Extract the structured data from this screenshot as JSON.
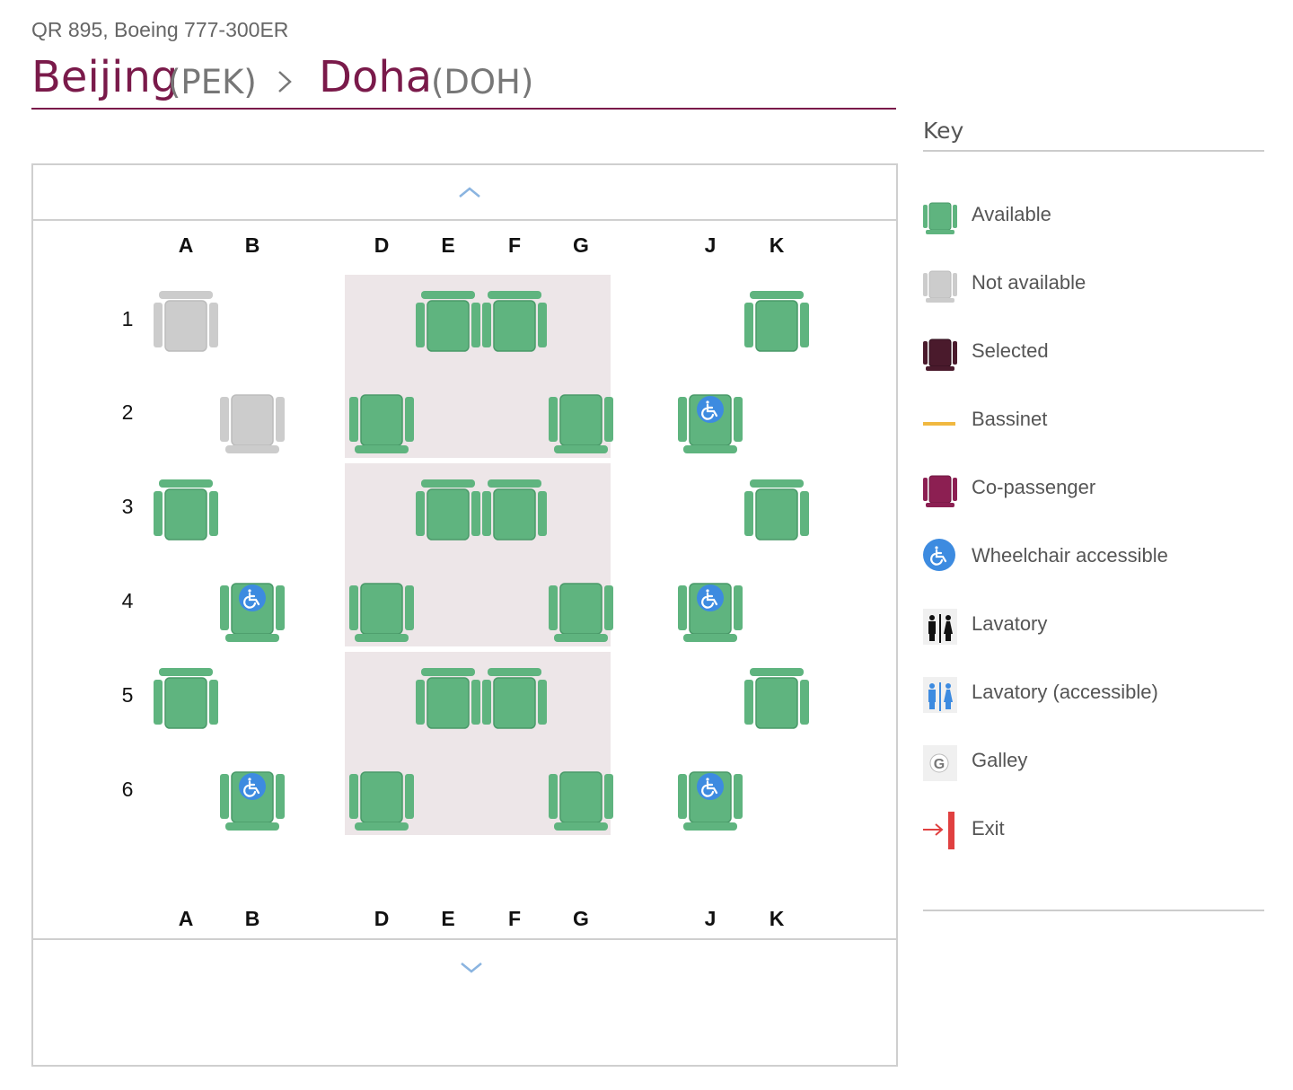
{
  "flight": {
    "info": "QR 895, Boeing 777-300ER"
  },
  "route": {
    "origin_city": "Beijing",
    "origin_code": "(PEK)",
    "destination_city": "Doha",
    "destination_code": "(DOH)"
  },
  "colors": {
    "brand": "#7a1a4a",
    "available": "#5fb47f",
    "available_dark": "#4a9a69",
    "not_available": "#cccccc",
    "selected": "#4a1a2c",
    "co_passenger": "#8c1f52",
    "bassinet": "#f0b840",
    "wheelchair": "#3d8be0",
    "exit": "#e04040",
    "bay": "#ede6e8"
  },
  "seatmap": {
    "columns": [
      "A",
      "B",
      "D",
      "E",
      "F",
      "G",
      "J",
      "K"
    ],
    "rows": [
      "1",
      "2",
      "3",
      "4",
      "5",
      "6"
    ],
    "seats": [
      {
        "row": "1",
        "col": "A",
        "status": "not-available"
      },
      {
        "row": "1",
        "col": "E",
        "status": "available"
      },
      {
        "row": "1",
        "col": "F",
        "status": "available"
      },
      {
        "row": "1",
        "col": "K",
        "status": "available"
      },
      {
        "row": "2",
        "col": "B",
        "status": "not-available"
      },
      {
        "row": "2",
        "col": "D",
        "status": "available"
      },
      {
        "row": "2",
        "col": "G",
        "status": "available"
      },
      {
        "row": "2",
        "col": "J",
        "status": "available",
        "wheelchair": true
      },
      {
        "row": "3",
        "col": "A",
        "status": "available"
      },
      {
        "row": "3",
        "col": "E",
        "status": "available"
      },
      {
        "row": "3",
        "col": "F",
        "status": "available"
      },
      {
        "row": "3",
        "col": "K",
        "status": "available"
      },
      {
        "row": "4",
        "col": "B",
        "status": "available",
        "wheelchair": true
      },
      {
        "row": "4",
        "col": "D",
        "status": "available"
      },
      {
        "row": "4",
        "col": "G",
        "status": "available"
      },
      {
        "row": "4",
        "col": "J",
        "status": "available",
        "wheelchair": true
      },
      {
        "row": "5",
        "col": "A",
        "status": "available"
      },
      {
        "row": "5",
        "col": "E",
        "status": "available"
      },
      {
        "row": "5",
        "col": "F",
        "status": "available"
      },
      {
        "row": "5",
        "col": "K",
        "status": "available"
      },
      {
        "row": "6",
        "col": "B",
        "status": "available",
        "wheelchair": true
      },
      {
        "row": "6",
        "col": "D",
        "status": "available"
      },
      {
        "row": "6",
        "col": "G",
        "status": "available"
      },
      {
        "row": "6",
        "col": "J",
        "status": "available",
        "wheelchair": true
      }
    ]
  },
  "key": {
    "title": "Key",
    "items": [
      {
        "label": "Available",
        "icon": "available-seat-icon"
      },
      {
        "label": "Not available",
        "icon": "not-available-seat-icon"
      },
      {
        "label": "Selected",
        "icon": "selected-seat-icon"
      },
      {
        "label": "Bassinet",
        "icon": "bassinet-icon"
      },
      {
        "label": "Co-passenger",
        "icon": "co-passenger-seat-icon"
      },
      {
        "label": "Wheelchair accessible",
        "icon": "wheelchair-icon"
      },
      {
        "label": "Lavatory",
        "icon": "lavatory-icon"
      },
      {
        "label": "Lavatory (accessible)",
        "icon": "lavatory-accessible-icon"
      },
      {
        "label": "Galley",
        "icon": "galley-icon"
      },
      {
        "label": "Exit",
        "icon": "exit-icon"
      }
    ]
  }
}
